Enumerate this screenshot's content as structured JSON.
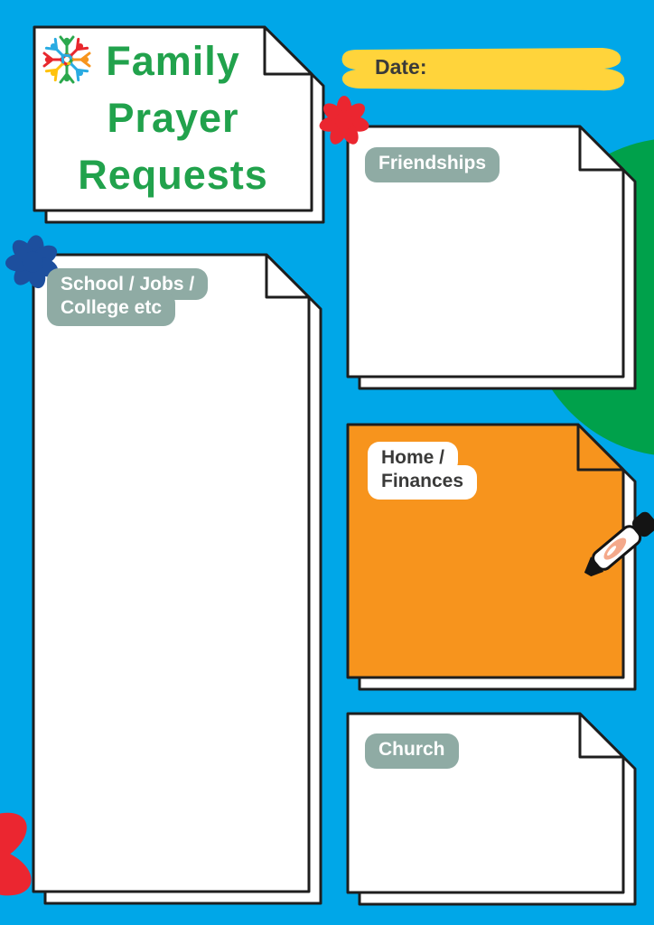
{
  "document": {
    "kind": "printable planner page",
    "page_title": "Family Prayer Requests"
  },
  "title_card": {
    "lines": [
      "Family",
      "Prayer",
      "Requests"
    ]
  },
  "date_banner": {
    "label": "Date:"
  },
  "sections": {
    "friendships": {
      "label_lines": [
        "Friendships"
      ]
    },
    "school": {
      "label_lines": [
        "School / Jobs /",
        "College etc"
      ]
    },
    "home": {
      "label_lines": [
        "Home /",
        "Finances"
      ]
    },
    "church": {
      "label_lines": [
        "Church"
      ]
    }
  },
  "decorations": {
    "people_circle_icon": "circle of jumping people (green, red, orange, light blue, yellow)",
    "red_flower_icon": "small red flower",
    "blue_flower_icon": "small dark-blue flower",
    "big_red_flower": "large red flower partially hidden behind left card",
    "green_blob": "green circle behind right cards",
    "marker_pen_icon": "white marker pen with black cap"
  },
  "colors": {
    "background_blue": "#00A7E8",
    "title_green": "#21A24C",
    "banner_yellow": "#FFD43B",
    "sage_label": "#8FABA4",
    "orange_card": "#F7941D",
    "green_blob": "#00A14B",
    "red_accent": "#EB2630",
    "blue_accent": "#1D4F9E",
    "dark_text": "#3A3A39",
    "card_border": "#1E1E1E",
    "paper": "#FFFFFF",
    "pen_highlight": "#F4A98B"
  }
}
